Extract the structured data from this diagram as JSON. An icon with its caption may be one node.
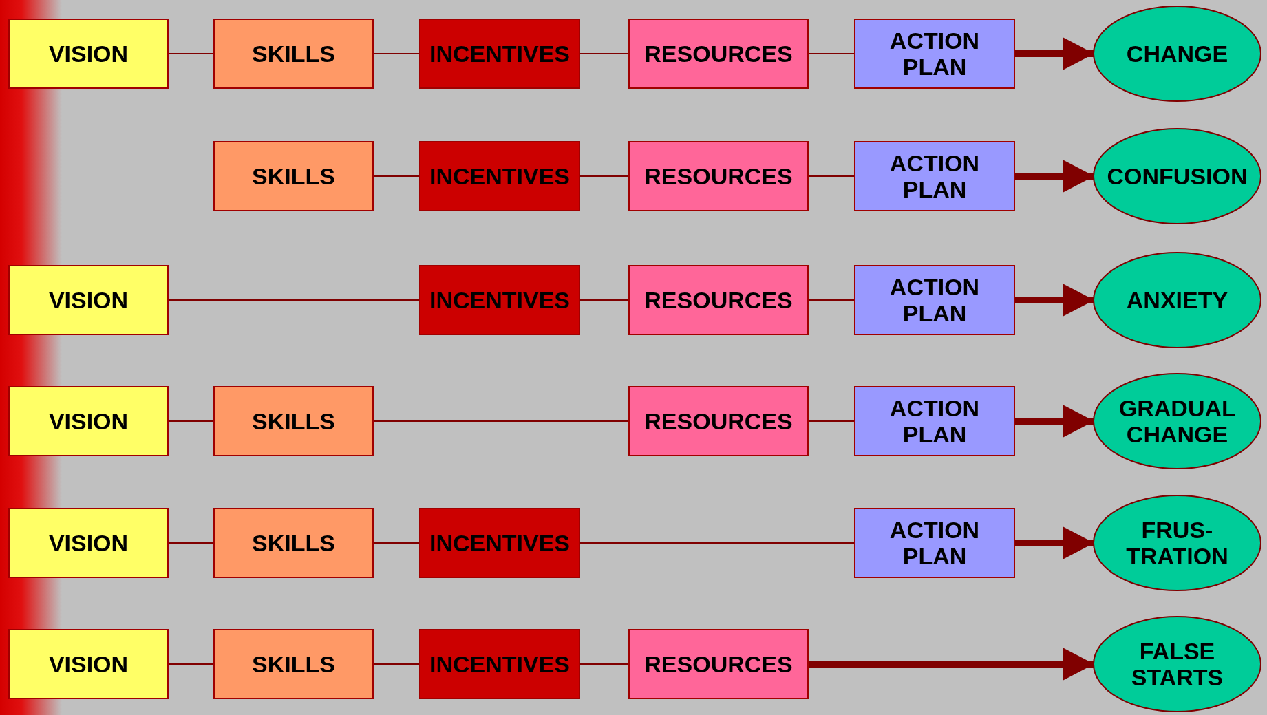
{
  "diagram": {
    "nodes": [
      {
        "text": [
          "VISION"
        ]
      },
      {
        "text": [
          "SKILLS"
        ]
      },
      {
        "text": [
          "INCENTIVES"
        ]
      },
      {
        "text": [
          "RESOURCES"
        ]
      },
      {
        "text": [
          "ACTION PLAN"
        ]
      },
      {
        "text": [
          "CHANGE"
        ]
      },
      {
        "text": [
          "SKILLS"
        ]
      },
      {
        "text": [
          "INCENTIVES"
        ]
      },
      {
        "text": [
          "RESOURCES"
        ]
      },
      {
        "text": [
          "ACTION PLAN"
        ]
      },
      {
        "text": [
          "CONFUSION"
        ]
      },
      {
        "text": [
          "VISION"
        ]
      },
      {
        "text": [
          "INCENTIVES"
        ]
      },
      {
        "text": [
          "RESOURCES"
        ]
      },
      {
        "text": [
          "ACTION PLAN"
        ]
      },
      {
        "text": [
          "ANXIETY"
        ]
      },
      {
        "text": [
          "VISION"
        ]
      },
      {
        "text": [
          "SKILLS"
        ]
      },
      {
        "text": [
          "RESOURCES"
        ]
      },
      {
        "text": [
          "ACTION PLAN"
        ]
      },
      {
        "text": [
          "GRADUAL CHANGE"
        ]
      },
      {
        "text": [
          "VISION"
        ]
      },
      {
        "text": [
          "SKILLS"
        ]
      },
      {
        "text": [
          "INCENTIVES"
        ]
      },
      {
        "text": [
          "ACTION PLAN"
        ]
      },
      {
        "text": [
          "FRUS- TRATION"
        ]
      },
      {
        "text": [
          "VISION"
        ]
      },
      {
        "text": [
          "SKILLS"
        ]
      },
      {
        "text": [
          "INCENTIVES"
        ]
      },
      {
        "text": [
          "RESOURCES"
        ]
      },
      {
        "text": [
          "FALSE STARTS"
        ]
      }
    ],
    "edges": [
      {
        "from": 0,
        "to": 1,
        "arrow": "none"
      },
      {
        "from": 1,
        "to": 2,
        "arrow": "none"
      },
      {
        "from": 2,
        "to": 3,
        "arrow": "none"
      },
      {
        "from": 3,
        "to": 4,
        "arrow": "none"
      },
      {
        "from": 4,
        "to": 5,
        "arrow": "to",
        "style": "thick"
      },
      {
        "from": 6,
        "to": 7,
        "arrow": "none"
      },
      {
        "from": 7,
        "to": 8,
        "arrow": "none"
      },
      {
        "from": 8,
        "to": 9,
        "arrow": "none"
      },
      {
        "from": 9,
        "to": 10,
        "arrow": "to",
        "style": "thick"
      },
      {
        "from": 11,
        "to": 12,
        "arrow": "none"
      },
      {
        "from": 12,
        "to": 13,
        "arrow": "none"
      },
      {
        "from": 13,
        "to": 14,
        "arrow": "none"
      },
      {
        "from": 14,
        "to": 15,
        "arrow": "to",
        "style": "thick"
      },
      {
        "from": 16,
        "to": 17,
        "arrow": "none"
      },
      {
        "from": 17,
        "to": 18,
        "arrow": "none"
      },
      {
        "from": 18,
        "to": 19,
        "arrow": "none"
      },
      {
        "from": 19,
        "to": 20,
        "arrow": "to",
        "style": "thick"
      },
      {
        "from": 21,
        "to": 22,
        "arrow": "none"
      },
      {
        "from": 22,
        "to": 23,
        "arrow": "none"
      },
      {
        "from": 23,
        "to": 24,
        "arrow": "none"
      },
      {
        "from": 24,
        "to": 25,
        "arrow": "to",
        "style": "thick"
      },
      {
        "from": 26,
        "to": 27,
        "arrow": "none"
      },
      {
        "from": 27,
        "to": 28,
        "arrow": "none"
      },
      {
        "from": 28,
        "to": 29,
        "arrow": "none"
      },
      {
        "from": 29,
        "to": 30,
        "arrow": "to",
        "style": "thick"
      }
    ]
  }
}
